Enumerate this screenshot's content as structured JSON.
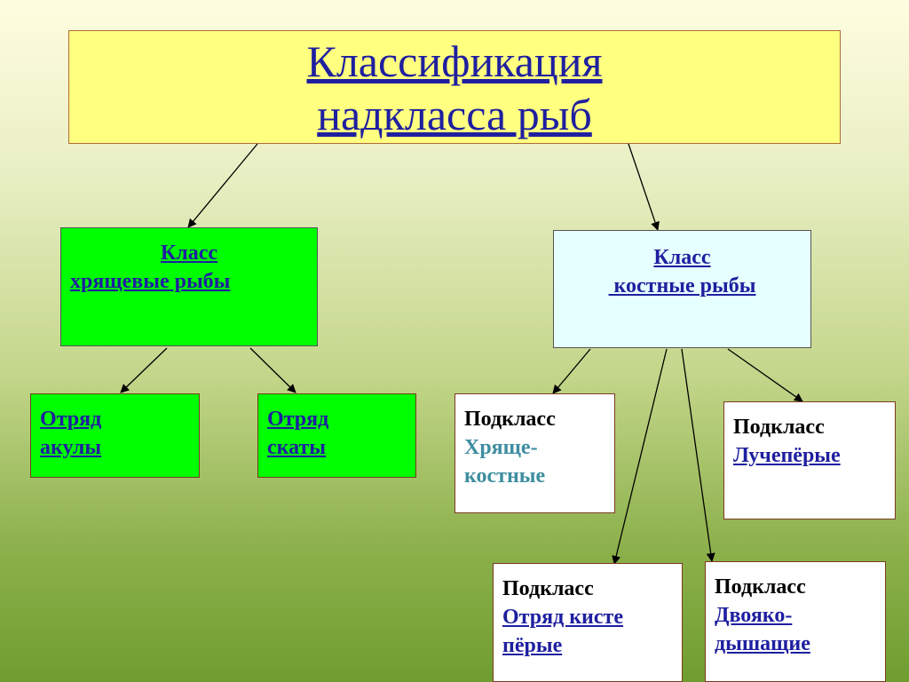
{
  "title": {
    "line1": "Классификация",
    "line2": "надкласса рыб"
  },
  "class_cartilaginous": {
    "line1": "Класс",
    "line2": "хрящевые рыбы"
  },
  "class_bony": {
    "line1": "Класс",
    "line2": " костные рыбы"
  },
  "order_sharks": {
    "line1": "Отряд",
    "line2": "акулы"
  },
  "order_rays": {
    "line1": "Отряд",
    "line2": "скаты"
  },
  "subclass_chondrostei": {
    "heading": "Подкласс",
    "line1": "Хряще-",
    "line2": "костные"
  },
  "subclass_rayfinned": {
    "heading": "Подкласс",
    "line1": "Лучепёрые"
  },
  "subclass_lobefinned": {
    "heading": "Подкласс",
    "line1": "Отряд кисте",
    "line2": "пёрые"
  },
  "subclass_lungfish": {
    "heading": "Подкласс",
    "line1": "Двояко-",
    "line2": "дышащие"
  },
  "colors": {
    "title_bg": "#ffff80",
    "green_box": "#00ff00",
    "cyan_box": "#e6ffff",
    "link": "#1f1fa0"
  }
}
